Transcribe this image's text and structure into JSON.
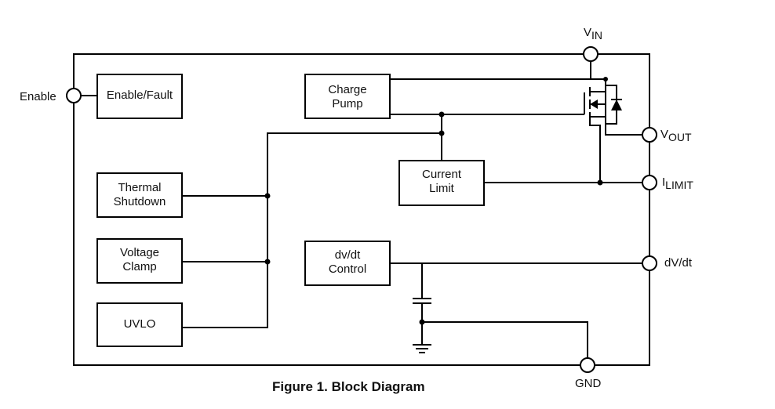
{
  "blocks": {
    "enable_fault": "Enable/Fault",
    "charge_pump_1": "Charge",
    "charge_pump_2": "Pump",
    "thermal_1": "Thermal",
    "thermal_2": "Shutdown",
    "current_1": "Current",
    "current_2": "Limit",
    "voltage_1": "Voltage",
    "voltage_2": "Clamp",
    "dvdt_1": "dv/dt",
    "dvdt_2": "Control",
    "uvlo": "UVLO"
  },
  "pins": {
    "enable": "Enable",
    "vin_main": "V",
    "vin_sub": "IN",
    "vout_main": "V",
    "vout_sub": "OUT",
    "ilimit_main": "I",
    "ilimit_sub": "LIMIT",
    "dvdt": "dV/dt",
    "gnd": "GND"
  },
  "caption": "Figure 1. Block Diagram"
}
